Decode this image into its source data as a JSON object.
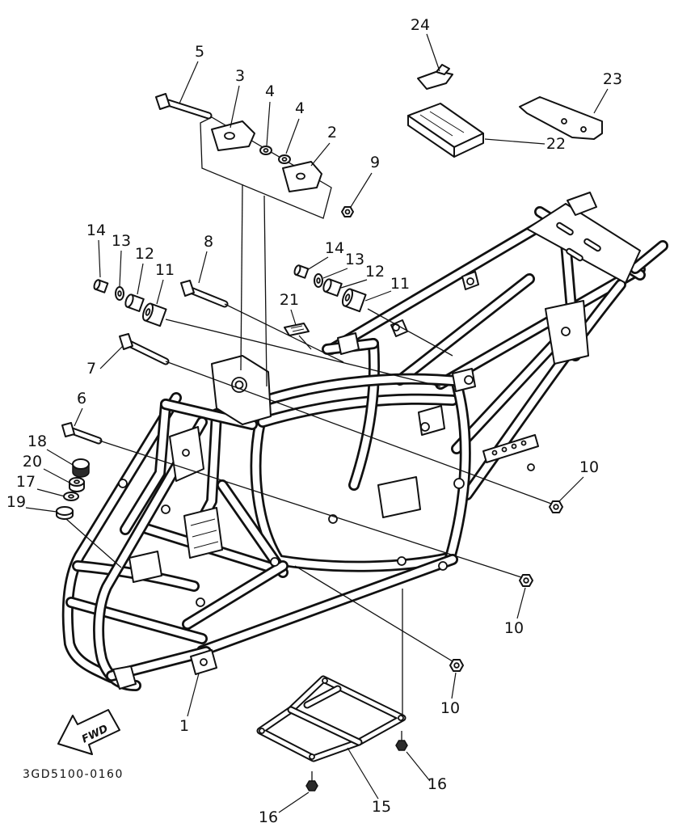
{
  "diagram": {
    "callouts": [
      "24",
      "23",
      "22",
      "5",
      "3",
      "4",
      "4",
      "2",
      "9",
      "14",
      "13",
      "12",
      "11",
      "8",
      "14",
      "13",
      "12",
      "11",
      "21",
      "7",
      "6",
      "18",
      "20",
      "17",
      "19",
      "10",
      "10",
      "10",
      "1",
      "16",
      "15",
      "16"
    ],
    "fwd_label": "FWD",
    "part_code": "3GD5100-0160"
  }
}
